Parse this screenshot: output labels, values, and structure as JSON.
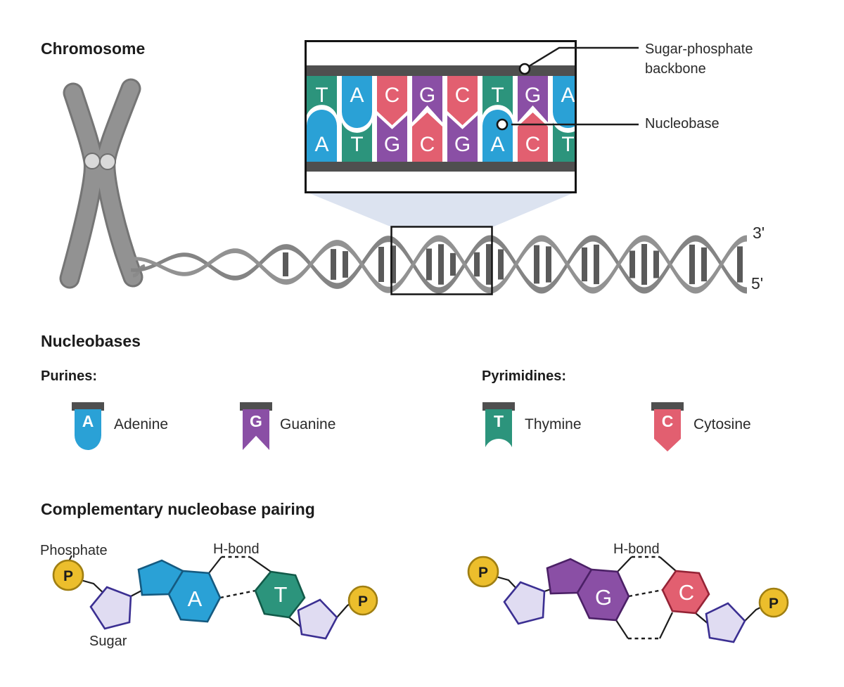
{
  "chromosome": {
    "label": "Chromosome"
  },
  "helix": {
    "three_prime": "3'",
    "five_prime": "5'"
  },
  "zoom_box": {
    "top_strand": [
      "T",
      "A",
      "C",
      "G",
      "C",
      "T",
      "G",
      "A"
    ],
    "bottom_strand": [
      "A",
      "T",
      "G",
      "C",
      "G",
      "A",
      "C",
      "T"
    ]
  },
  "callouts": {
    "backbone": "Sugar-phosphate backbone",
    "nucleobase": "Nucleobase"
  },
  "nucleobases": {
    "heading": "Nucleobases",
    "purines_label": "Purines:",
    "pyrimidines_label": "Pyrimidines:",
    "purines": [
      {
        "letter": "A",
        "name": "Adenine",
        "color": "#2aa1d6"
      },
      {
        "letter": "G",
        "name": "Guanine",
        "color": "#8a4fa5"
      }
    ],
    "pyrimidines": [
      {
        "letter": "T",
        "name": "Thymine",
        "color": "#2c947c"
      },
      {
        "letter": "C",
        "name": "Cytosine",
        "color": "#e25f70"
      }
    ]
  },
  "pairing": {
    "heading": "Complementary nucleobase pairing",
    "phosphate_label": "Phosphate",
    "sugar_label": "Sugar",
    "hbond_label": "H-bond",
    "phosphate_symbol": "P",
    "pairs": [
      {
        "left_base": "A",
        "right_base": "T",
        "hydrogen_bonds": 2
      },
      {
        "left_base": "G",
        "right_base": "C",
        "hydrogen_bonds": 3
      }
    ]
  },
  "colors": {
    "adenine": "#2aa1d6",
    "thymine": "#2c947c",
    "guanine": "#8a4fa5",
    "cytosine": "#e25f70",
    "phosphate": "#ecbe2c",
    "sugar": "#e0dcf2",
    "backbone_bar": "#4f4f4f",
    "helix_gray": "#8e8e8e",
    "funnel": "#dce3f0"
  }
}
